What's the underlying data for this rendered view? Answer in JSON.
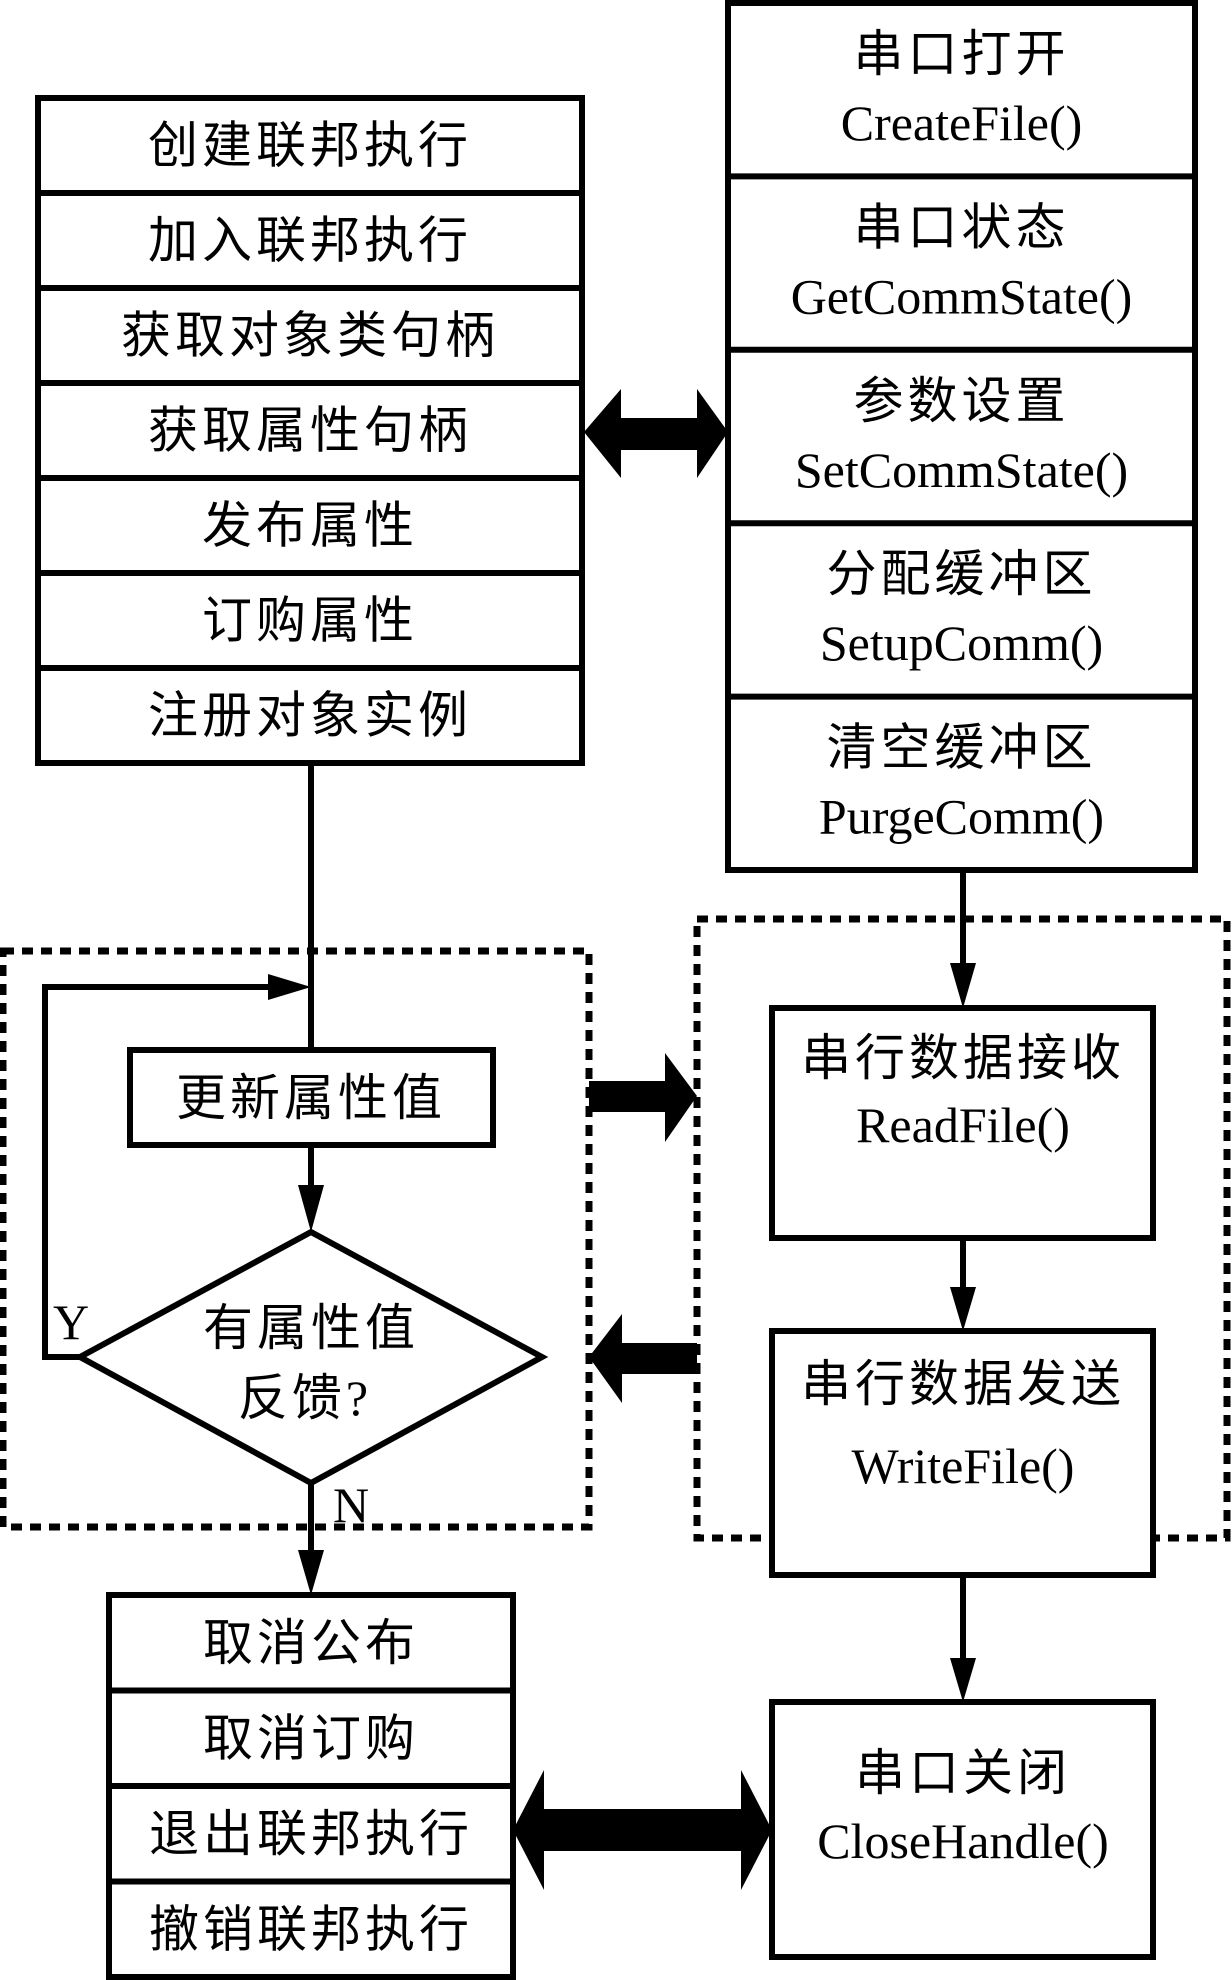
{
  "hla_stack": {
    "items": [
      "创建联邦执行",
      "加入联邦执行",
      "获取对象类句柄",
      "获取属性句柄",
      "发布属性",
      "订购属性",
      "注册对象实例"
    ]
  },
  "serial_stack": {
    "items": [
      {
        "cn": "串口打开",
        "en": "CreateFile()"
      },
      {
        "cn": "串口状态",
        "en": "GetCommState()"
      },
      {
        "cn": "参数设置",
        "en": "SetCommState()"
      },
      {
        "cn": "分配缓冲区",
        "en": "SetupComm()"
      },
      {
        "cn": "清空缓冲区",
        "en": "PurgeComm()"
      }
    ]
  },
  "update_loop": {
    "update_box": "更新属性值",
    "decision_line1": "有属性值",
    "decision_line2": "反馈?",
    "yes_label": "Y",
    "no_label": "N"
  },
  "serial_io": {
    "read": {
      "cn": "串行数据接收",
      "en": "ReadFile()"
    },
    "write": {
      "cn": "串行数据发送",
      "en": "WriteFile()"
    }
  },
  "hla_exit_stack": {
    "items": [
      "取消公布",
      "取消订购",
      "退出联邦执行",
      "撤销联邦执行"
    ]
  },
  "serial_close": {
    "cn": "串口关闭",
    "en": "CloseHandle()"
  },
  "colors": {
    "stroke": "#000000",
    "background": "#ffffff"
  }
}
